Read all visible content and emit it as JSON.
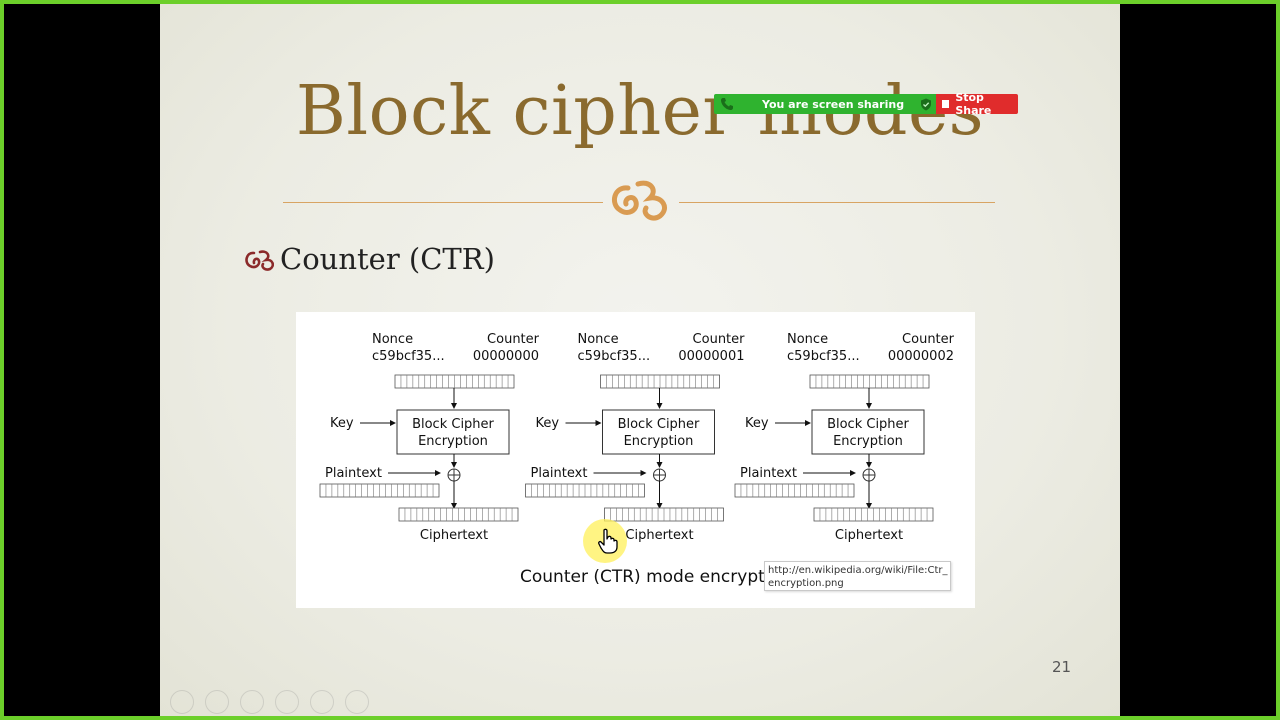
{
  "slide": {
    "title": "Block cipher modes",
    "bullet": "Counter (CTR)",
    "page_number": "21"
  },
  "figure": {
    "caption": "Counter (CTR) mode encryption",
    "tooltip_line1": "http://en.wikipedia.org/wiki/File:Ctr_",
    "tooltip_line2": "encryption.png",
    "stages": [
      {
        "nonce_label": "Nonce",
        "nonce_value": "c59bcf35...",
        "counter_label": "Counter",
        "counter_value": "00000000",
        "key_label": "Key",
        "block_line1": "Block Cipher",
        "block_line2": "Encryption",
        "plaintext_label": "Plaintext",
        "ciphertext_label": "Ciphertext"
      },
      {
        "nonce_label": "Nonce",
        "nonce_value": "c59bcf35...",
        "counter_label": "Counter",
        "counter_value": "00000001",
        "key_label": "Key",
        "block_line1": "Block Cipher",
        "block_line2": "Encryption",
        "plaintext_label": "Plaintext",
        "ciphertext_label": "Ciphertext"
      },
      {
        "nonce_label": "Nonce",
        "nonce_value": "c59bcf35...",
        "counter_label": "Counter",
        "counter_value": "00000002",
        "key_label": "Key",
        "block_line1": "Block Cipher",
        "block_line2": "Encryption",
        "plaintext_label": "Plaintext",
        "ciphertext_label": "Ciphertext"
      }
    ]
  },
  "share_toolbar": {
    "status_text": "You are screen sharing",
    "stop_label": "Stop Share"
  },
  "colors": {
    "title": "#8a6a2e",
    "accent_line": "#d8a463",
    "bullet_icon": "#8b2a2a",
    "share_green": "#2fb32f",
    "stop_red": "#e02c2c",
    "frame_green": "#6ccf2a"
  }
}
